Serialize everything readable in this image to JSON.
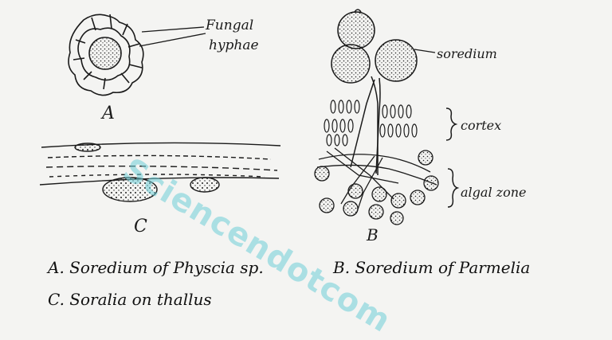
{
  "labels": {
    "fungal": "Fungal",
    "hyphae": "hyphae",
    "soredium": "soredium",
    "cortex": "cortex",
    "algal_zone": "algal zone",
    "fig_a": "A",
    "fig_b": "B",
    "fig_c": "C"
  },
  "captions": {
    "a": "A. Soredium of Physcia sp.",
    "b": "B. Soredium of Parmelia",
    "c": "C. Soralia on thallus"
  },
  "watermark": "Sciencendotcom",
  "colors": {
    "ink": "#1a1a1a",
    "paper": "#f4f4f2",
    "watermark": "#6ecdd7"
  }
}
